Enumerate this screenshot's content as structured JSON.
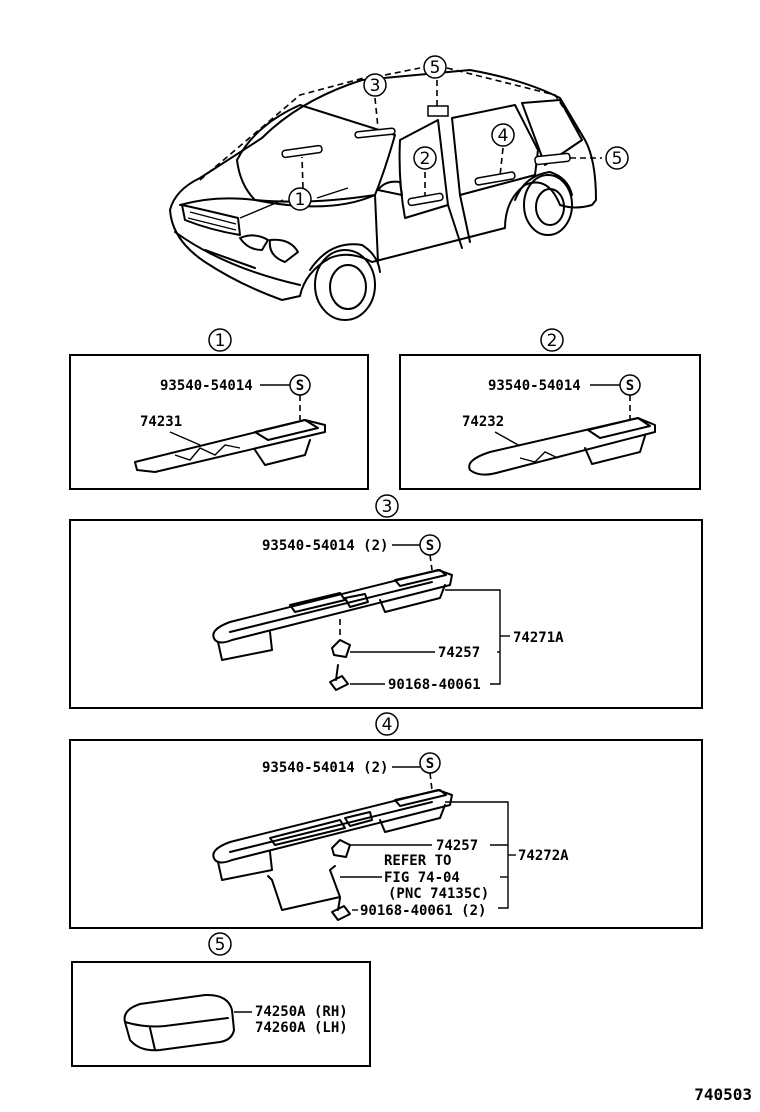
{
  "diagram": {
    "figure_code": "740503",
    "car_callouts": [
      "3",
      "5",
      "2",
      "4",
      "5",
      "1"
    ],
    "sections": [
      {
        "number": "1",
        "screw_part": "93540-54014",
        "screw_symbol": "S",
        "part": "74231"
      },
      {
        "number": "2",
        "screw_part": "93540-54014",
        "screw_symbol": "S",
        "part": "74232"
      },
      {
        "number": "3",
        "screw_part": "93540-54014 (2)",
        "screw_symbol": "S",
        "clip_part": "74257",
        "bolt_part": "90168-40061",
        "assembly_part": "74271A"
      },
      {
        "number": "4",
        "screw_part": "93540-54014 (2)",
        "screw_symbol": "S",
        "clip_part": "74257",
        "refer_line1": "REFER TO",
        "refer_line2": "FIG 74-04",
        "refer_line3": "(PNC 74135C)",
        "bolt_part": "90168-40061 (2)",
        "assembly_part": "74272A"
      },
      {
        "number": "5",
        "part_rh": "74250A (RH)",
        "part_lh": "74260A (LH)"
      }
    ]
  }
}
